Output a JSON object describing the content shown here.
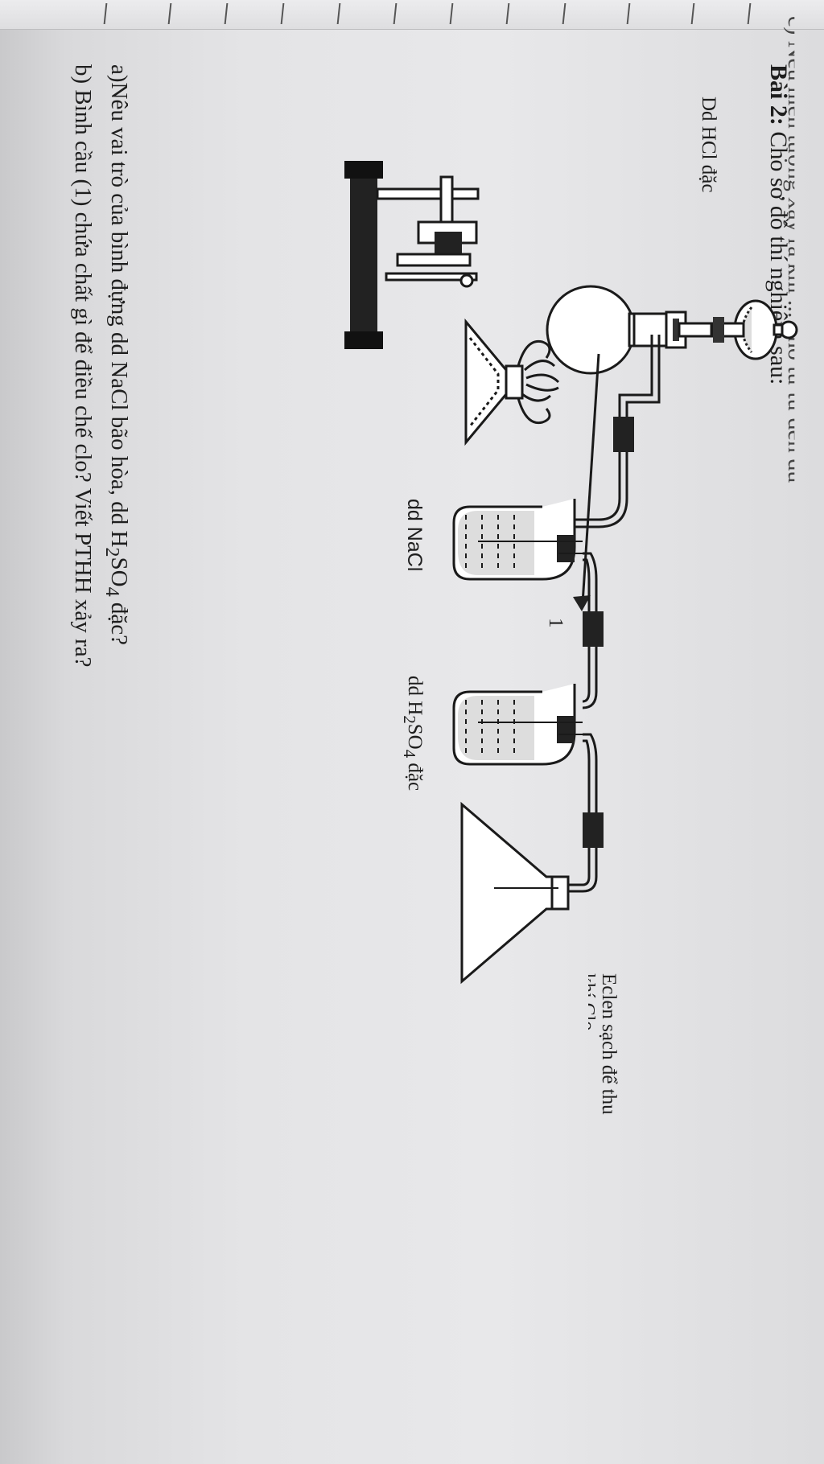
{
  "previous_page_snippet": "c) Nêu hiện tượng xảy ra khi ... nhỏ từ từ đến dư",
  "exercise": {
    "title_bold": "Bài 2:",
    "title_rest": " Cho sơ đồ thí nghiệm sau:"
  },
  "labels": {
    "hcl": "Dd HCl đặc",
    "nacl": "dd NaCl",
    "flask_number": "1",
    "h2so4_prefix": "dd H",
    "h2so4_sub1": "2",
    "h2so4_mid": "SO",
    "h2so4_sub2": "4",
    "h2so4_suffix": " đặc",
    "erlenmeyer_line1": "Eclen sạch để thu",
    "erlenmeyer_line2": "khí Clo"
  },
  "questions": {
    "a_prefix": "a)Nêu vai trò của bình đựng dd NaCl bão hòa, dd H",
    "a_sub1": "2",
    "a_mid": "SO",
    "a_sub2": "4",
    "a_suffix": " đặc?",
    "b": "b) Bình cầu (1) chứa chất gì để điều chế clo?  Viết PTHH xảy ra?"
  }
}
